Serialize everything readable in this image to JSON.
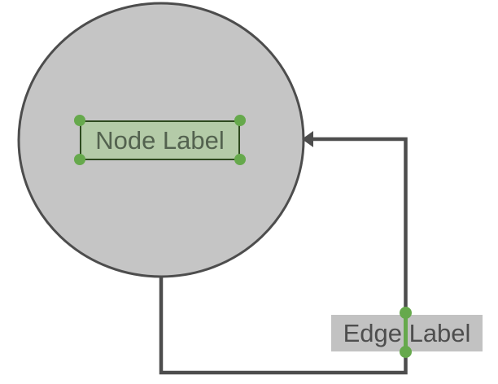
{
  "canvas": {
    "background_color": "#ffffff"
  },
  "node": {
    "label": "Node Label",
    "shape": "ellipse",
    "fill_color": "#c5c5c5",
    "stroke_color": "#4d4d4d",
    "label_box": {
      "fill_color": "#b4cba8",
      "border_color": "#2e4a1f",
      "text_color": "#53624f"
    }
  },
  "edge": {
    "label": "Edge Label",
    "stroke_color": "#4d4d4d",
    "arrow": "classic-left",
    "label_bg_color": "#c2c2c2",
    "label_text_color": "#4e4e4e",
    "route": "bottom-of-node, down, right, up, arrow-into-right-of-node"
  },
  "selection": {
    "handle_color": "#66a94c",
    "node_label_handle_count": 4,
    "edge_label_handle_count": 2
  }
}
